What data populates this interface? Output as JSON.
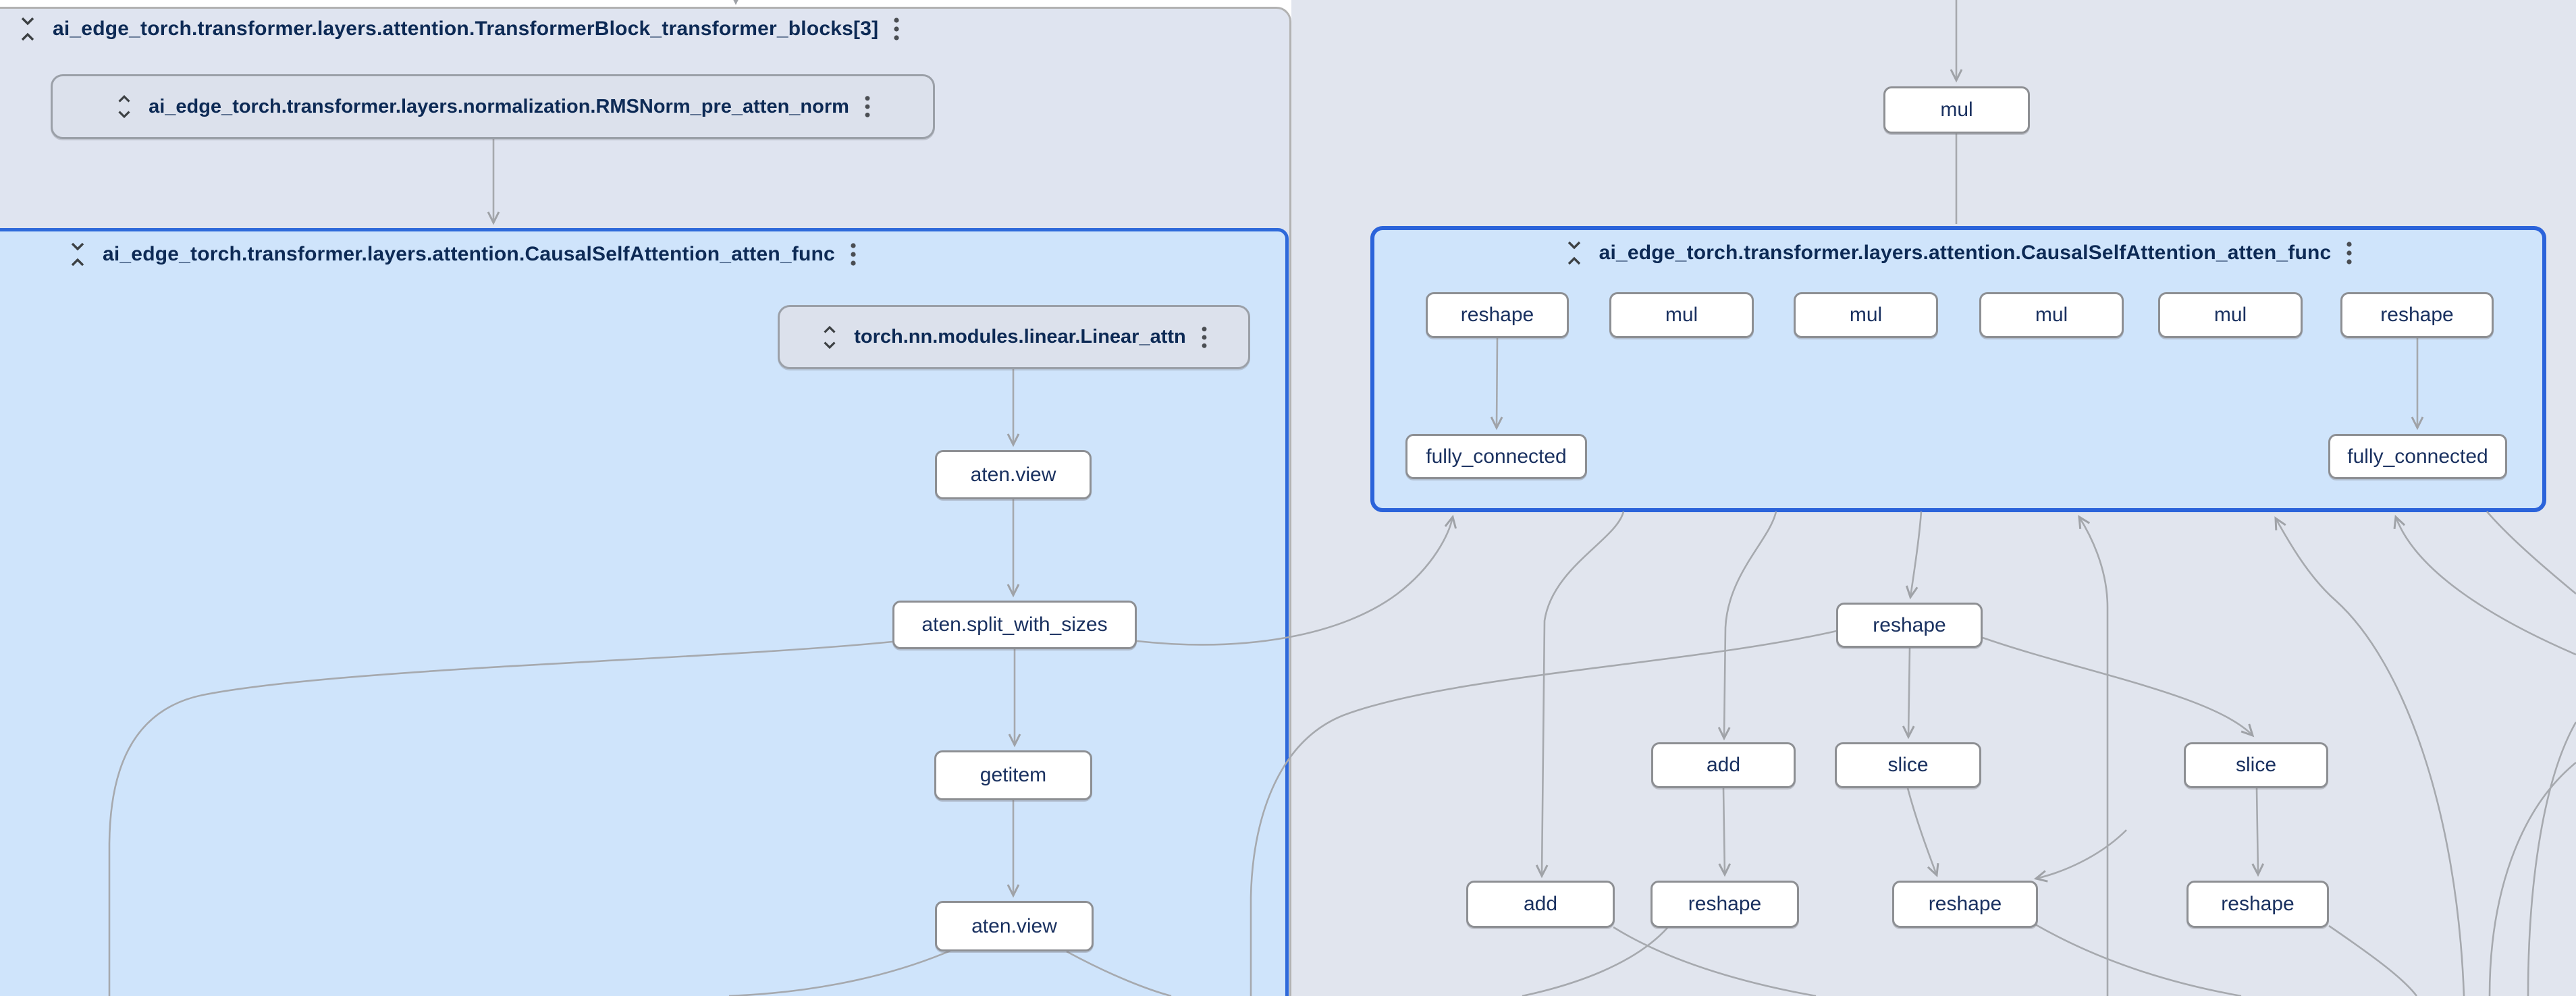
{
  "app": {
    "view": "model-graph-canvas"
  },
  "panels": {
    "transformer_block": {
      "title": "ai_edge_torch.transformer.layers.attention.TransformerBlock_transformer_blocks[3]",
      "collapse_icon": "unfold-less-icon",
      "menu_icon": "kebab-menu-icon"
    },
    "attn_left": {
      "title": "ai_edge_torch.transformer.layers.attention.CausalSelfAttention_atten_func",
      "collapse_icon": "unfold-less-icon",
      "menu_icon": "kebab-menu-icon"
    },
    "attn_right": {
      "title": "ai_edge_torch.transformer.layers.attention.CausalSelfAttention_atten_func",
      "collapse_icon": "unfold-less-icon",
      "menu_icon": "kebab-menu-icon"
    }
  },
  "collapsed_layers": {
    "rmsnorm": {
      "label": "ai_edge_torch.transformer.layers.normalization.RMSNorm_pre_atten_norm",
      "expand_icon": "unfold-more-icon",
      "menu_icon": "kebab-menu-icon"
    },
    "linear_attn": {
      "label": "torch.nn.modules.linear.Linear_attn",
      "expand_icon": "unfold-more-icon",
      "menu_icon": "kebab-menu-icon"
    }
  },
  "ops": {
    "aten_view_1": {
      "label": "aten.view"
    },
    "split": {
      "label": "aten.split_with_sizes"
    },
    "getitem": {
      "label": "getitem"
    },
    "aten_view_2": {
      "label": "aten.view"
    },
    "mul_top": {
      "label": "mul"
    },
    "r_reshape_1": {
      "label": "reshape"
    },
    "r_mul_1": {
      "label": "mul"
    },
    "r_mul_2": {
      "label": "mul"
    },
    "r_mul_3": {
      "label": "mul"
    },
    "r_mul_4": {
      "label": "mul"
    },
    "r_reshape_2": {
      "label": "reshape"
    },
    "r_fc_1": {
      "label": "fully_connected"
    },
    "r_fc_2": {
      "label": "fully_connected"
    },
    "mid_reshape": {
      "label": "reshape"
    },
    "mid_add": {
      "label": "add"
    },
    "mid_slice_1": {
      "label": "slice"
    },
    "mid_slice_2": {
      "label": "slice"
    },
    "bot_add": {
      "label": "add"
    },
    "bot_reshape_1": {
      "label": "reshape"
    },
    "bot_reshape_2": {
      "label": "reshape"
    },
    "bot_reshape_3": {
      "label": "reshape"
    }
  },
  "colors": {
    "selected_border": "#2b63da",
    "group_fill_blue": "#cfe4fb",
    "group_fill_gray": "#dfe4f0",
    "canvas_right_fill": "#e1e5ee",
    "node_fill": "#ffffff",
    "node_border": "#8d8f93",
    "edge": "#a6a9ae",
    "title_text": "#0d2a55",
    "op_text": "#1a3160"
  }
}
